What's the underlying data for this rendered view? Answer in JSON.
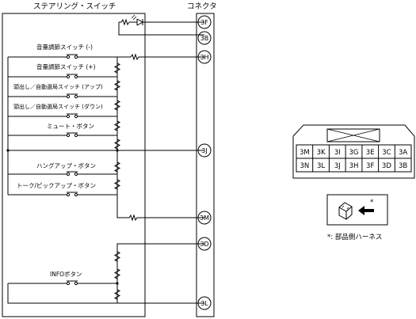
{
  "diagram": {
    "switch_box_title": "ステアリング・スイッチ",
    "connector_title": "コネクタ",
    "switches": [
      {
        "label": "音量調節スイッチ (-)"
      },
      {
        "label": "音量調節スイッチ (+)"
      },
      {
        "label": "頭出し／自動選局スイッチ (アップ)"
      },
      {
        "label": "頭出し／自動選局スイッチ (ダウン)"
      },
      {
        "label": "ミュート・ボタン"
      },
      {
        "label": "ハングアップ・ボタン"
      },
      {
        "label": "トーク/ピックアップ・ボタン"
      },
      {
        "label": "INFOボタン"
      }
    ],
    "pins": [
      "3F",
      "3B",
      "3H",
      "3J",
      "3M",
      "3D",
      "3L"
    ],
    "connector_face": {
      "row1": [
        "3M",
        "3K",
        "3I",
        "3G",
        "3E",
        "3C",
        "3A"
      ],
      "row2": [
        "3N",
        "3L",
        "3J",
        "3H",
        "3F",
        "3D",
        "3B"
      ]
    },
    "harness_marker": "*",
    "harness_note": "*: 部品側ハーネス"
  }
}
